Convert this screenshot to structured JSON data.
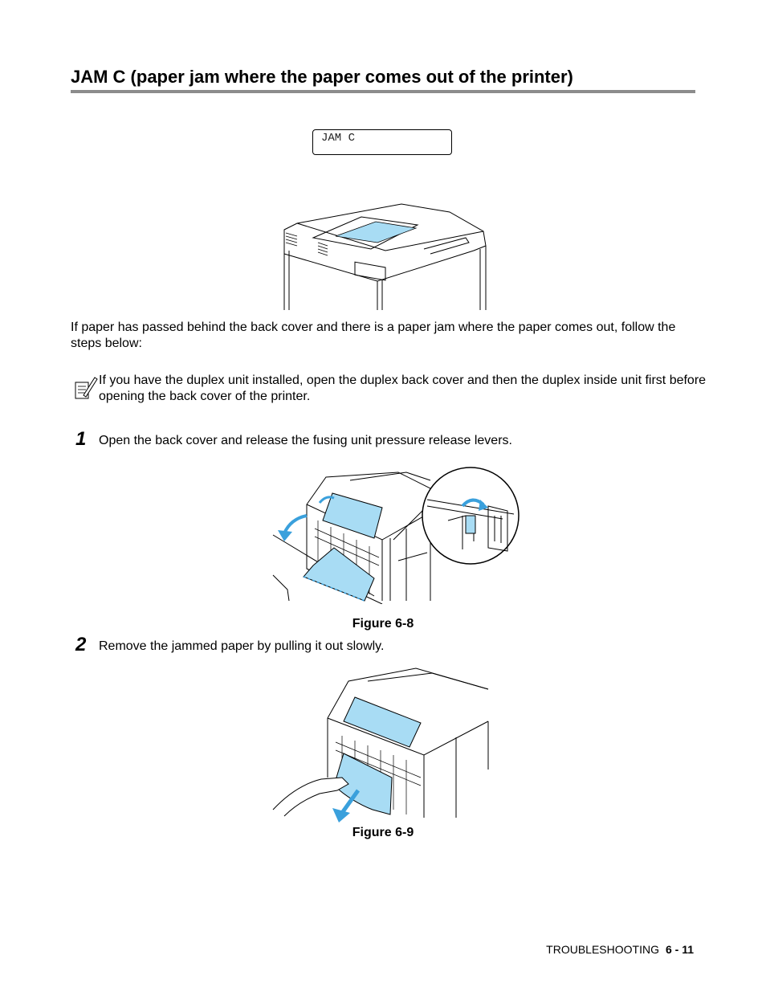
{
  "heading": "JAM C (paper jam where the paper comes out of the printer)",
  "lcd_display": "JAM C",
  "intro": "If paper has passed behind the back cover and there is a paper jam where the paper comes out, follow the steps below:",
  "note": {
    "icon": "note-pencil-icon",
    "text": "If you have the duplex unit installed, open the duplex back cover and then the duplex inside unit first before opening the back cover of the printer."
  },
  "steps": [
    {
      "number": "1",
      "text": "Open the back cover and release the fusing unit pressure release levers.",
      "figure": "Figure 6-8"
    },
    {
      "number": "2",
      "text": "Remove the jammed paper by pulling it out slowly.",
      "figure": "Figure 6-9"
    }
  ],
  "colors": {
    "paper": "#a8dcf4",
    "arrow": "#3aa0dc",
    "rule": "#8c8c8c"
  },
  "footer": {
    "section": "TROUBLESHOOTING",
    "page": "6 - 11"
  }
}
